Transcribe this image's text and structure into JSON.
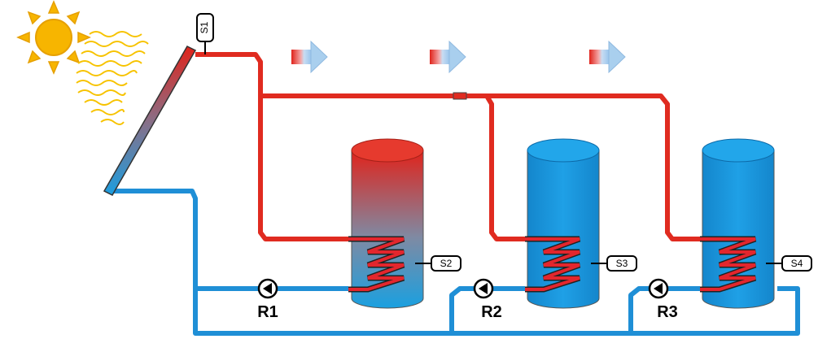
{
  "sensors": {
    "s1": "S1",
    "s2": "S2",
    "s3": "S3",
    "s4": "S4"
  },
  "pumps": {
    "r1": "R1",
    "r2": "R2",
    "r3": "R3"
  },
  "colors": {
    "hot_pipe": "#e02b20",
    "cold_pipe": "#1f8fd6",
    "tank_blue": "#1b93d8",
    "sun": "#f7b500"
  }
}
